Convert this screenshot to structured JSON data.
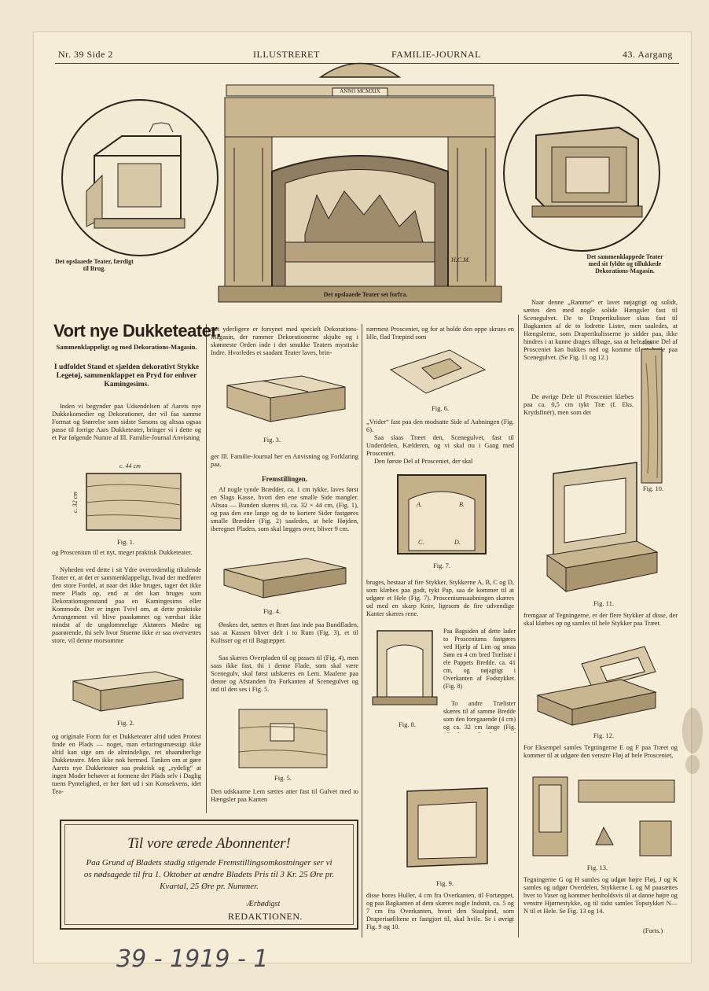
{
  "header": {
    "issue": "Nr. 39  Side 2",
    "masthead_left": "ILLUSTRERET",
    "masthead_right": "FAMILIE-JOURNAL",
    "volume": "43. Aargang"
  },
  "captions": {
    "left_circle": "Det opslaaede Teater, færdigt til Brug.",
    "right_circle": "Det sammenklappede Teater med sit fyldte og tillukkede Dekorations-Magasin.",
    "main": "Det opslaaede Teater set forfra.",
    "signature": "H.C.M.",
    "anno": "ANNO MCMXIX"
  },
  "article": {
    "title": "Vort nye Dukketeater.",
    "subtitle1": "Sammenklappeligt og med Dekorations-Magasin.",
    "subtitle2": "I udfoldet Stand et sjælden dekorativt Stykke Legetøj, sammenklappet en Pryd for enhver Kamingesims.",
    "col1_p1": "Inden vi begynder paa Udsendelsen af Aarets nye Dukkekomedier og Dekorationer, der vil faa samme Format og Størrelse som sidste Sæsons og altsaa ogsaa passe til forrige Aars Dukketeater, bringer vi i dette og et Par følgende Numre af Ill. Familie-Journal Anvisning",
    "col1_p2": "og Proscenium til et nyt, meget praktisk Dukketeater.",
    "col1_p3": "Nyheden ved dette i sit Ydre overordentlig tiltalende Teater er, at det er sammenklappeligt, hvad der medfører den store Fordel, at naar det ikke bruges, tager det ikke mere Plads op, end at det kan bruges som Dekorationsgenstand paa en Kamingesims eller Kommode. Der er ingen Tvivl om, at dette praktiske Arrangement vil blive paaskønnet og værdsat ikke mindst af de ungdommelige Aktørers Mødre og paarørende, thi selv hvor Stuerne ikke er saa overvættes store, vil denne morsomme",
    "col1_p4": "og originale Form for et Dukketeater altid uden Protest finde en Plads — noget, man erfaringsmæssigt ikke altid kan sige om de almindelige, ret uhaandterlige Dukketeatre. Men ikke nok hermed. Tanken om at gøre Aarets nye Dukketeater saa praktisk og „rydelig“ at ingen Moder behøver at formene det Plads selv i Daglig tuens Pyntelighed, er her ført ud i sin Konsekvens, idet Tea-",
    "col2_p1": "tret yderligere er forsynet med specielt Dekorations-Magasin, der rummer Dekorationerne skjulte og i skønneste Orden inde i det smukke Teaters mystiske Indre. Hvorledes et saadant Teater laves, brin-",
    "col2_p2": "ger Ill. Familie-Journal her en Anvisning og Forklaring paa.",
    "col2_head": "Fremstillingen.",
    "col2_p3": "Af nogle tynde Brædder, ca. 1 cm tykke, laves først en Slags Kasse, hvori den ene smalle Side mangler. Altsaa — Bunden skæres til, ca. 32 × 44 cm, (Fig. 1), og paa den ene lange og de to kortere Sider fastgøres smalle Brædder (Fig. 2) saaledes, at hele Højden, iberegnet Pladen, som skal lægges over, bliver 9 cm.",
    "col2_p4": "Ønskes det, sættes et Bræt fast inde paa Bundfladen, saa at Kassen bliver delt i to Rum (Fig. 3), et til Kulisser og et til Bagtæpper.",
    "col2_p5": "Saa skæres Overpladen til og passes til (Fig. 4), men saas ikke fast, thi i denne Flade, som skal være Scenegulv, skal først udskæres en Lem. Maalene paa denne og Afstanden fra Forkanten af Scenegulvet og ind til den ses i Fig. 5.",
    "col2_p6": "Den udskaarne Lem sættes atter fast til Gulvet med to Hængsler paa Kanten",
    "col3_p1": "nærmest Prosceniet, og for at holde den oppe skrues en lille, flad Træpind som",
    "col3_p2": "„Vrider“ fast paa den modsatte Side af Aabningen (Fig. 6).",
    "col3_p3": "Saa slaas Træet den, Scenegulvet, fast til Underdelen, Kælderen, og vi skal nu i Gang med Prosceniet.",
    "col3_p4": "Den første Del af Prosceniet, der skal",
    "col3_p5": "bruges, bestaar af fire Stykker, Stykkerne A, B, C og D, som klæbes paa godt, tykt Pap, saa de kommer til at udgøre et Hele (Fig. 7). Prosceniumsaabningen skæres ud med en skarp Kniv, ligesom de fire udvendige Kanter skæres rene.",
    "col3_p6": "Paa Bagsiden af dette lader to Prosceniums fastgøres ved Hjælp af Lim og smaa Søm en 4 cm bred Træliste i ele Pappets Bredde. ca. 41 cm, og nøjagtigt i Overkanten af Fodstykket. (Fig. 8)",
    "col3_p7": "To andre Trælister skæres til af samme Bredde som den foregaaende (4 cm) og ca. 32 cm lange (Fig. 10). Langs Overkanten af Prosceniet skal fastlimes en tynd Liste af ca. 0,5 cm tykt Træ (Krydsfinér), og til denne maa der skæres Indsnit i de to foregaaende Trælister, ligesom der i",
    "col3_p8": "disse bores Huller, 4 cm fra Overkanten, til Fortæppet, og paa Bagkanten af dem skæres nogle Indsnit, ca. 5 og 7 cm fra Overkanten, hvori den Staalpind, som Draperisøfiltene er fastgjort til, skal hvile. Se i øvrigt Fig. 9 og 10.",
    "col4_p1": "Naar denne „Ramme“ er lavet nøjagtigt og solidt, sættes den med nogle solide Hængsler fast til Scenegulvet. De to Draperikulisser slaas fast til Bagkanten af de to lodrette Lister, men saaledes, at Hængslerne, som Draperikulisserne jo sidder paa, ikke hindres i at kunne drages tilbage, saa at hele denne Del af Prosceniet kan bukkes ned og komme til at hvile paa Scenegulvet. (Se Fig. 11 og 12.)",
    "col4_p2": "De øvrige Dele til Prosceniet klæbes paa ca. 0,5 cm tykt Træ (f. Eks. Krydsfinér), men som det",
    "col4_p3": "fremgaar af Tegningerne, er der flere Stykker af disse, der skal klæbes op og samles til hele Stykker paa Træet.",
    "col4_p4": "For Eksempel samles Tegningerne E og F paa Træet og kommer til at udgøre den venstre Fløj af hele Prosceniet,",
    "col4_p5": "Tegningerne G og H samles og udgør højre Fløj, J og K samles og udgør Overdelen, Stykkerne L og M paasættes hver to Vaser og kommer henholdsvis til at danne højre og venstre Hjørnestykke, og til sidst samles Topstykket N—N til et Hele. Se Fig. 13 og 14.",
    "forts": "(Forts.)"
  },
  "figures": {
    "fig1": "Fig. 1.",
    "fig2": "Fig. 2.",
    "fig3": "Fig. 3.",
    "fig4": "Fig. 4.",
    "fig5": "Fig. 5.",
    "fig6": "Fig. 6.",
    "fig7": "Fig. 7.",
    "fig8": "Fig. 8.",
    "fig9": "Fig. 9.",
    "fig10": "Fig. 10.",
    "fig11": "Fig. 11.",
    "fig12": "Fig. 12.",
    "fig13": "Fig. 13.",
    "dim_44": "c. 44 cm",
    "dim_32": "c. 32 cm",
    "dim_4": "4 cm"
  },
  "notice": {
    "title": "Til vore ærede Abonnenter!",
    "body": "Paa Grund af Bladets stadig stigende Fremstillingsomkostninger ser vi os nødsagede til fra 1. Oktober at ændre Bladets Pris til 3 Kr. 25 Øre pr. Kvartal, 25 Øre pr. Nummer.",
    "greeting": "Ærbødigst",
    "sign": "REDAKTIONEN."
  },
  "handwriting": "39 - 1919 - 1"
}
